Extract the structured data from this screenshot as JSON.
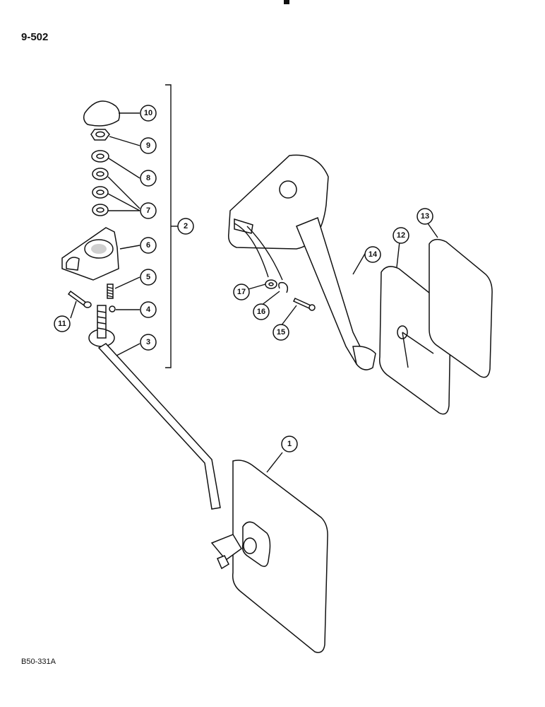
{
  "page_number": "9-502",
  "figure_code": "B50-331A",
  "callouts": [
    {
      "id": "c1",
      "label": "1"
    },
    {
      "id": "c2",
      "label": "2"
    },
    {
      "id": "c3",
      "label": "3"
    },
    {
      "id": "c4",
      "label": "4"
    },
    {
      "id": "c5",
      "label": "5"
    },
    {
      "id": "c6",
      "label": "6"
    },
    {
      "id": "c7",
      "label": "7"
    },
    {
      "id": "c8",
      "label": "8"
    },
    {
      "id": "c9",
      "label": "9"
    },
    {
      "id": "c10",
      "label": "10"
    },
    {
      "id": "c11",
      "label": "11"
    },
    {
      "id": "c12",
      "label": "12"
    },
    {
      "id": "c13",
      "label": "13"
    },
    {
      "id": "c14",
      "label": "14"
    },
    {
      "id": "c15",
      "label": "15"
    },
    {
      "id": "c16",
      "label": "16"
    },
    {
      "id": "c17",
      "label": "17"
    }
  ]
}
